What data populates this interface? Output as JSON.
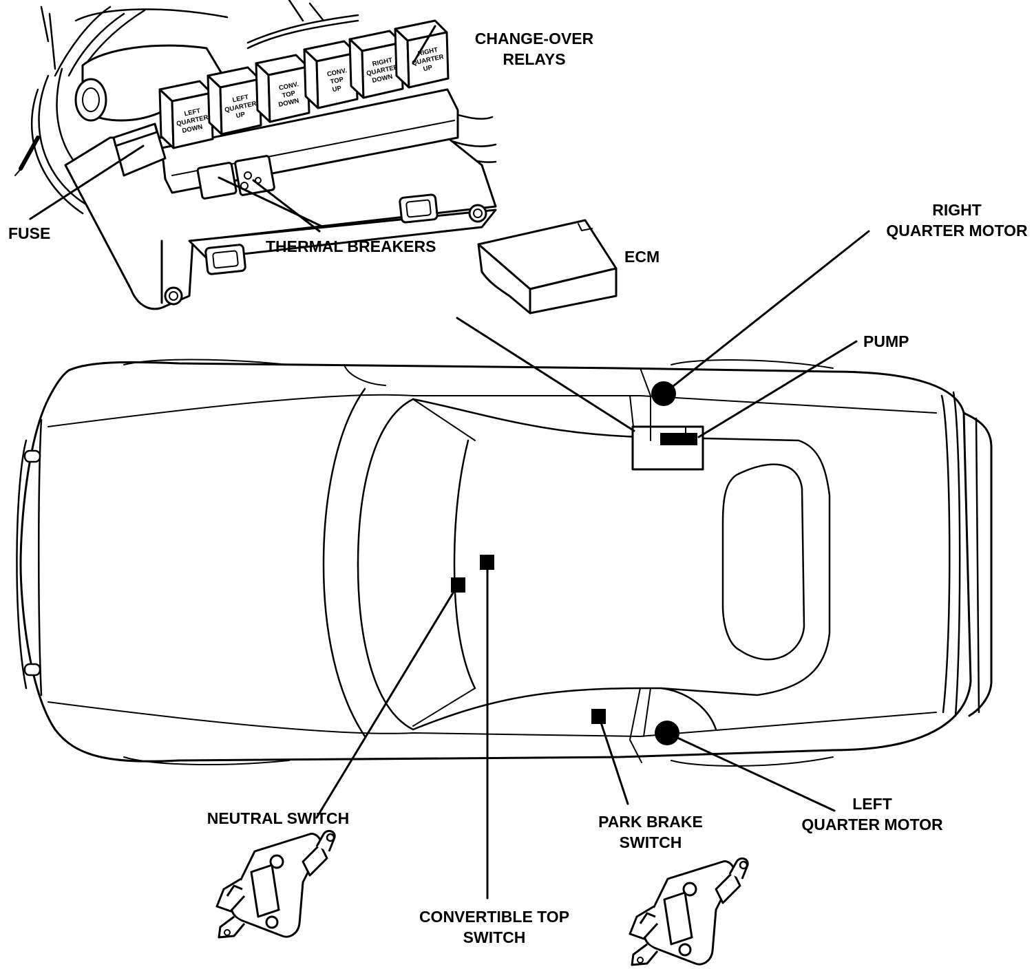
{
  "labels": {
    "change_over_relays_1": "CHANGE-OVER",
    "change_over_relays_2": "RELAYS",
    "fuse": "FUSE",
    "thermal_breakers": "THERMAL BREAKERS",
    "ecm": "ECM",
    "right_quarter_motor_1": "RIGHT",
    "right_quarter_motor_2": "QUARTER MOTOR",
    "pump": "PUMP",
    "neutral_switch": "NEUTRAL SWITCH",
    "convertible_top_switch_1": "CONVERTIBLE TOP",
    "convertible_top_switch_2": "SWITCH",
    "park_brake_switch_1": "PARK BRAKE",
    "park_brake_switch_2": "SWITCH",
    "left_quarter_motor_1": "LEFT",
    "left_quarter_motor_2": "QUARTER MOTOR"
  },
  "relays": [
    {
      "line1": "LEFT",
      "line2": "QUARTER",
      "line3": "DOWN"
    },
    {
      "line1": "LEFT",
      "line2": "QUARTER",
      "line3": "UP"
    },
    {
      "line1": "CONV.",
      "line2": "TOP",
      "line3": "DOWN"
    },
    {
      "line1": "CONV.",
      "line2": "TOP",
      "line3": "UP"
    },
    {
      "line1": "RIGHT",
      "line2": "QUARTER",
      "line3": "DOWN"
    },
    {
      "line1": "RIGHT",
      "line2": "QUARTER",
      "line3": "UP"
    }
  ]
}
